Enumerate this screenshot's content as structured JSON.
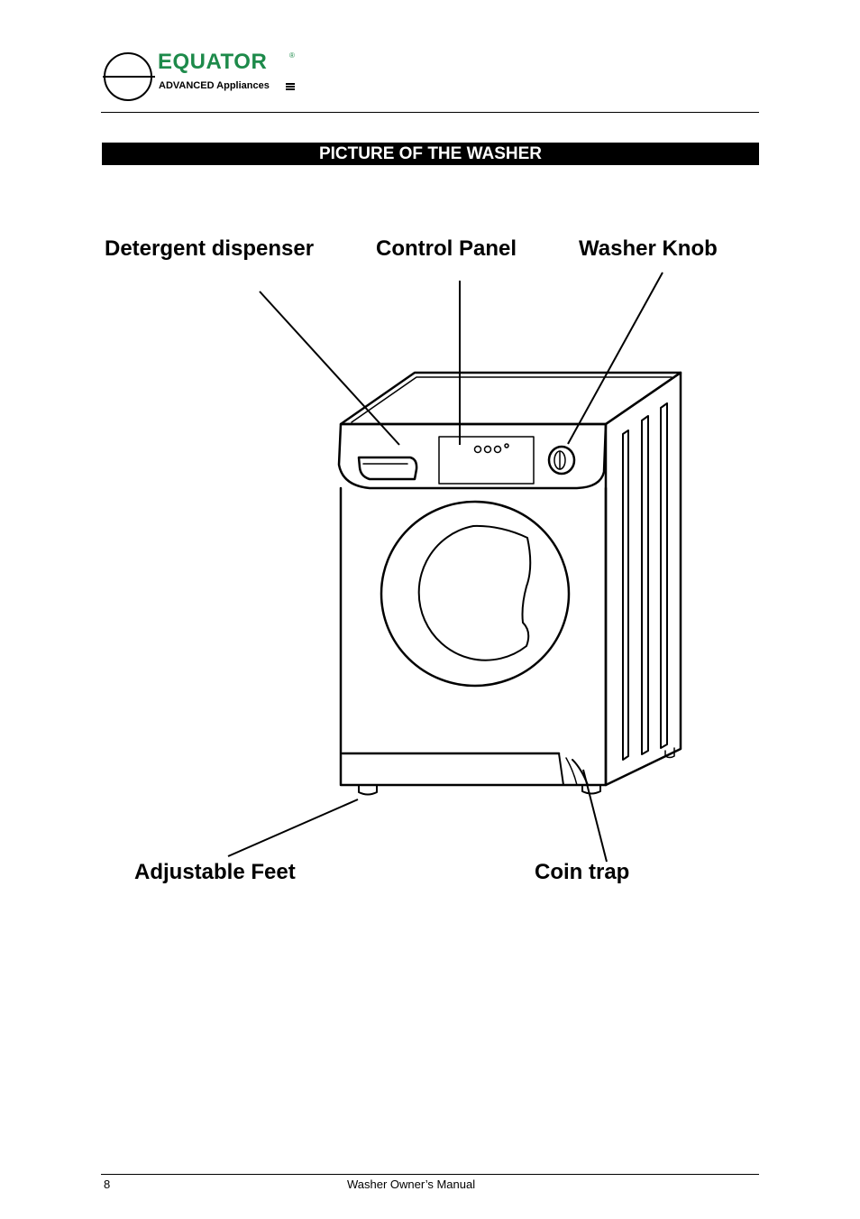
{
  "header": {
    "brand": "EQUATOR",
    "registered_mark": "®",
    "tagline": "ADVANCED Appliances"
  },
  "section": {
    "title": "PICTURE OF THE WASHER"
  },
  "diagram": {
    "callouts": {
      "detergent_dispenser": "Detergent dispenser",
      "control_panel": "Control Panel",
      "washer_knob": "Washer Knob",
      "adjustable_feet": "Adjustable Feet",
      "coin_trap": "Coin trap"
    }
  },
  "footer": {
    "page_number": "8",
    "manual_title": "Washer Owner’s Manual"
  }
}
